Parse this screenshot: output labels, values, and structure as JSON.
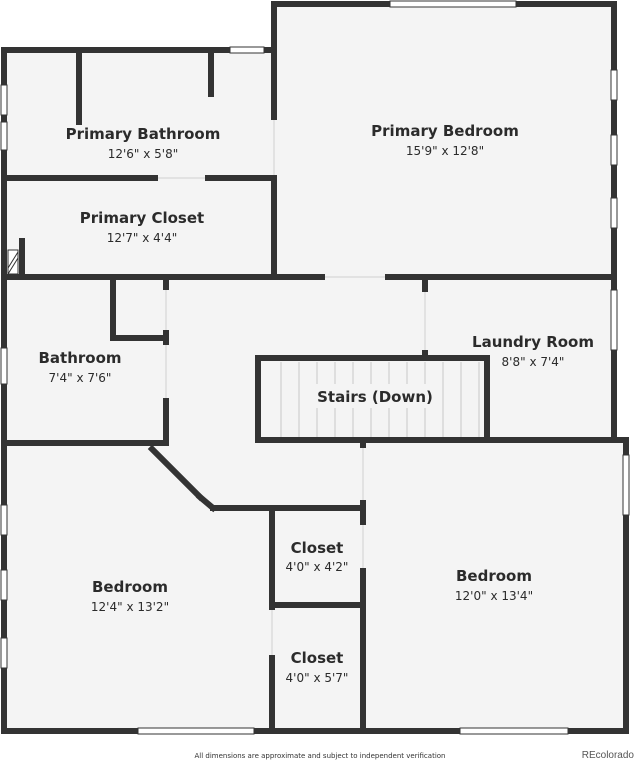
{
  "rooms": {
    "primary_bathroom": {
      "name": "Primary Bathroom",
      "dims": "12'6\" x 5'8\""
    },
    "primary_bedroom": {
      "name": "Primary Bedroom",
      "dims": "15'9\" x 12'8\""
    },
    "primary_closet": {
      "name": "Primary Closet",
      "dims": "12'7\" x 4'4\""
    },
    "bathroom": {
      "name": "Bathroom",
      "dims": "7'4\" x 7'6\""
    },
    "laundry_room": {
      "name": "Laundry Room",
      "dims": "8'8\" x 7'4\""
    },
    "stairs": {
      "name": "Stairs (Down)"
    },
    "closet_upper": {
      "name": "Closet",
      "dims": "4'0\" x 4'2\""
    },
    "closet_lower": {
      "name": "Closet",
      "dims": "4'0\" x 5'7\""
    },
    "bedroom_left": {
      "name": "Bedroom",
      "dims": "12'4\" x 13'2\""
    },
    "bedroom_right": {
      "name": "Bedroom",
      "dims": "12'0\" x 13'4\""
    }
  },
  "footer": {
    "disclaimer": "All dimensions are approximate and subject to independent verification",
    "brand": "REcolorado"
  },
  "colors": {
    "wall": "#333333",
    "floor": "#f4f4f4",
    "window": "#cfcfcf"
  }
}
